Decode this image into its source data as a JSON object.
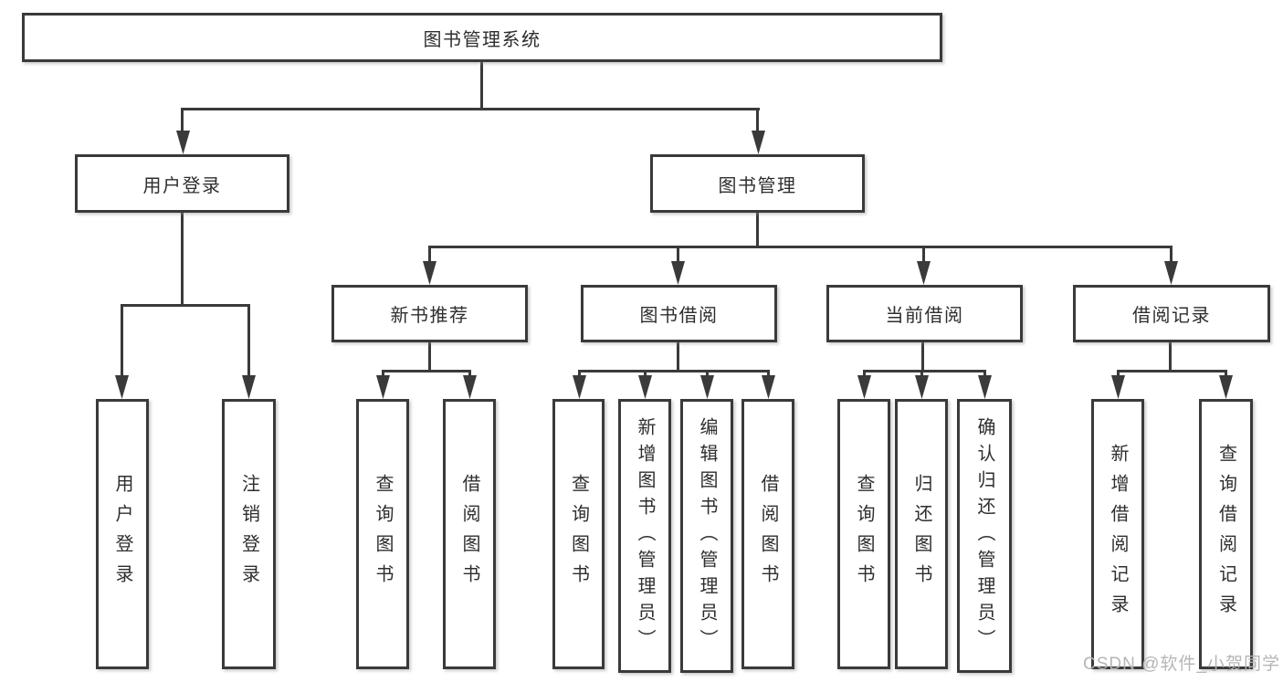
{
  "hierarchy": {
    "label": "图书管理系统",
    "children": [
      {
        "label": "用户登录",
        "children": [
          {
            "label": "用户登录"
          },
          {
            "label": "注销登录"
          }
        ]
      },
      {
        "label": "图书管理",
        "children": [
          {
            "label": "新书推荐",
            "children": [
              {
                "label": "查询图书"
              },
              {
                "label": "借阅图书"
              }
            ]
          },
          {
            "label": "图书借阅",
            "children": [
              {
                "label": "查询图书"
              },
              {
                "label": "新增图书（管理员）"
              },
              {
                "label": "编辑图书（管理员）"
              },
              {
                "label": "借阅图书"
              }
            ]
          },
          {
            "label": "当前借阅",
            "children": [
              {
                "label": "查询图书"
              },
              {
                "label": "归还图书"
              },
              {
                "label": "确认归还（管理员）"
              }
            ]
          },
          {
            "label": "借阅记录",
            "children": [
              {
                "label": "新增借阅记录"
              },
              {
                "label": "查询借阅记录"
              }
            ]
          }
        ]
      }
    ]
  },
  "watermark": "CSDN @软件_小贺同学",
  "colors": {
    "line": "#3a3a3a",
    "box_border": "#3a3a3a",
    "background": "#ffffff",
    "text": "#2e2e2e",
    "watermark": "#b2b2b2"
  }
}
